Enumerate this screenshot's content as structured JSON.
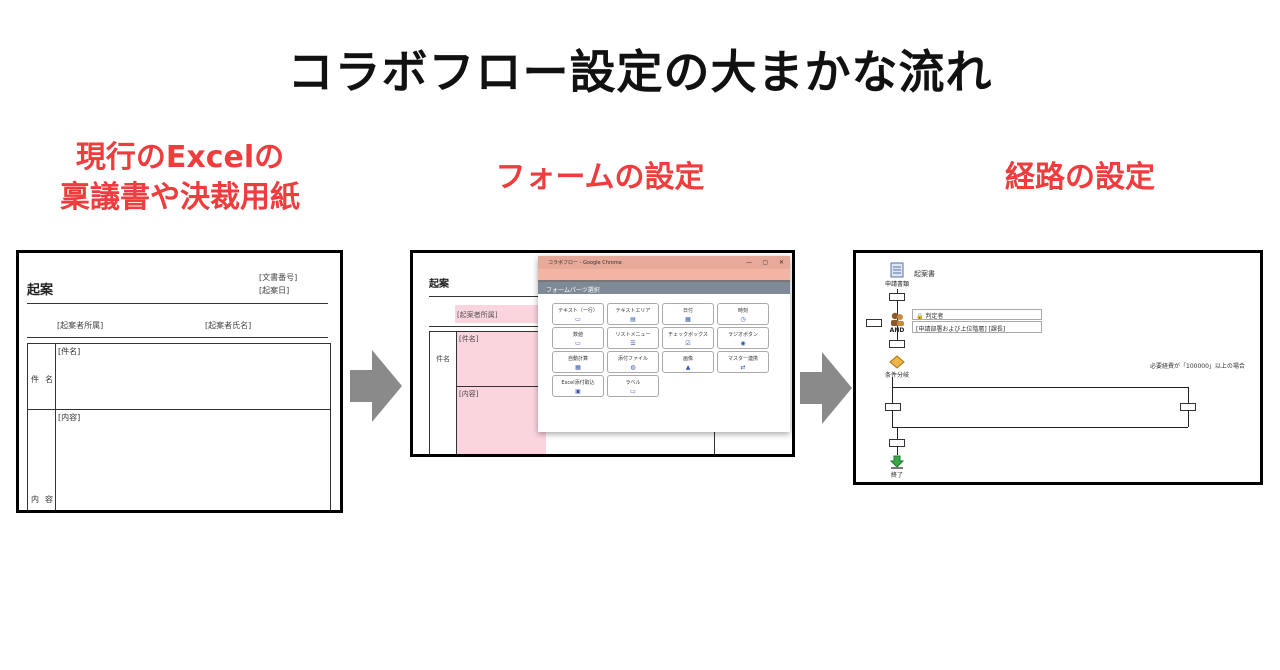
{
  "header": {
    "title": "コラボフロー設定の大まかな流れ"
  },
  "steps": [
    {
      "title_line1": "現行のExcelの",
      "title_line2": "稟議書や決裁用紙"
    },
    {
      "title": "フォームの設定"
    },
    {
      "title": "経路の設定"
    }
  ],
  "excel_form": {
    "title": "起案",
    "doc_number": "[文書番号]",
    "draft_date": "[起案日]",
    "dept_label": "[起案者所属]",
    "drafter_label": "[起案者氏名]",
    "subject_label_1": "件",
    "subject_label_2": "名",
    "subject_placeholder": "[件名]",
    "content_placeholder": "[内容]",
    "content_label_1": "内",
    "content_label_2": "容"
  },
  "form_settings": {
    "title": "起案",
    "dept_label": "[起案者所属]",
    "subject_label": "件名",
    "subject_placeholder": "[件名]",
    "content_placeholder": "[内容]",
    "window_title": "コラボフロー - Google Chrome",
    "panel_title": "フォームパーツ選択",
    "parts": [
      {
        "label": "テキスト（一行）",
        "icon": "▭"
      },
      {
        "label": "テキストエリア",
        "icon": "▤"
      },
      {
        "label": "日付",
        "icon": "▦"
      },
      {
        "label": "時刻",
        "icon": "◷"
      },
      {
        "label": "数値",
        "icon": "▭"
      },
      {
        "label": "リストメニュー",
        "icon": "☰"
      },
      {
        "label": "チェックボックス",
        "icon": "☑"
      },
      {
        "label": "ラジオボタン",
        "icon": "◉"
      },
      {
        "label": "自動計算",
        "icon": "▦"
      },
      {
        "label": "添付ファイル",
        "icon": "◍"
      },
      {
        "label": "画像",
        "icon": "▲"
      },
      {
        "label": "マスター連携",
        "icon": "⇄"
      },
      {
        "label": "Excel添付取込",
        "icon": "▣"
      },
      {
        "label": "ラベル",
        "icon": "▭"
      }
    ]
  },
  "route_settings": {
    "applicant_label": "申請書類",
    "form_name": "起案書",
    "and_label": "AND",
    "judge_label": "判定者",
    "judge_value": "[申請部署および上位階層] [課長]",
    "condition_label": "条件分岐",
    "condition_text": "必要経費が「100000」以上の場合",
    "end_label": "終了"
  },
  "colors": {
    "accent": "#f03c3c",
    "pink": "#fbd5de",
    "arrow": "#8a8a8a"
  }
}
